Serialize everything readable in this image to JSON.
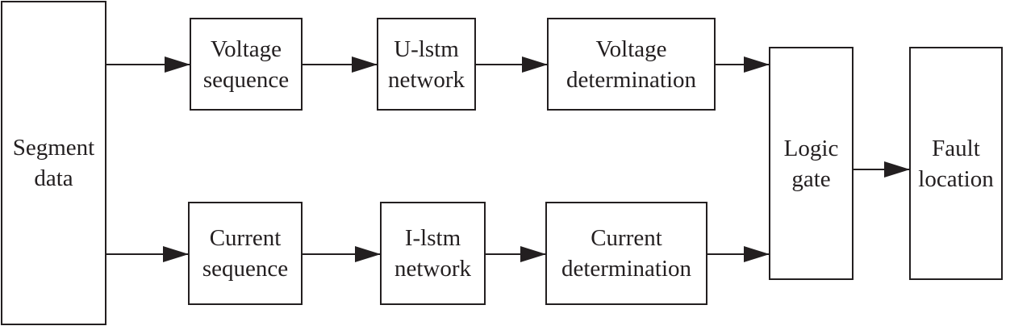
{
  "nodes": {
    "segment_data": "Segment\ndata",
    "voltage_sequence": "Voltage\nsequence",
    "u_lstm": "U-lstm\nnetwork",
    "voltage_determination": "Voltage\ndetermination",
    "current_sequence": "Current\nsequence",
    "i_lstm": "I-lstm\nnetwork",
    "current_determination": "Current\ndetermination",
    "logic_gate": "Logic\ngate",
    "fault_location": "Fault\nlocation"
  },
  "colors": {
    "stroke": "#231f20",
    "background": "#ffffff"
  }
}
